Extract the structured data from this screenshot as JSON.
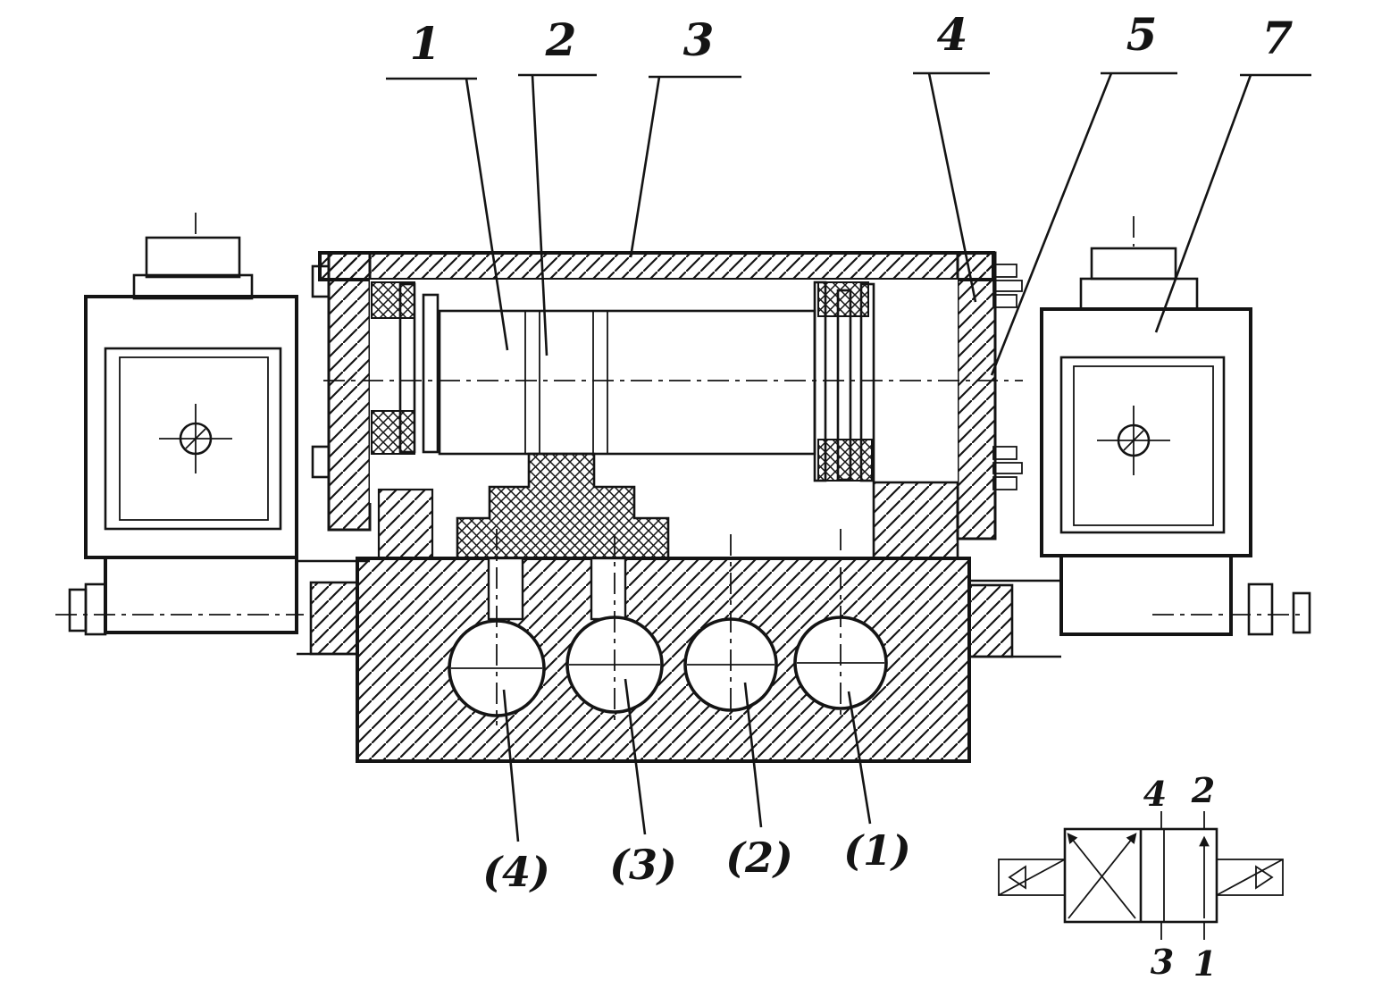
{
  "page": {
    "background": "#ffffff",
    "ink": "#141414"
  },
  "callouts": {
    "c1": "1",
    "c2": "2",
    "c3": "3",
    "c4": "4",
    "c5": "5",
    "c7": "7"
  },
  "port_labels": {
    "p4": "(4)",
    "p3": "(3)",
    "p2": "(2)",
    "p1": "(1)"
  },
  "schematic": {
    "top_left": "4",
    "top_right": "2",
    "bottom_left": "3",
    "bottom_right": "1"
  }
}
